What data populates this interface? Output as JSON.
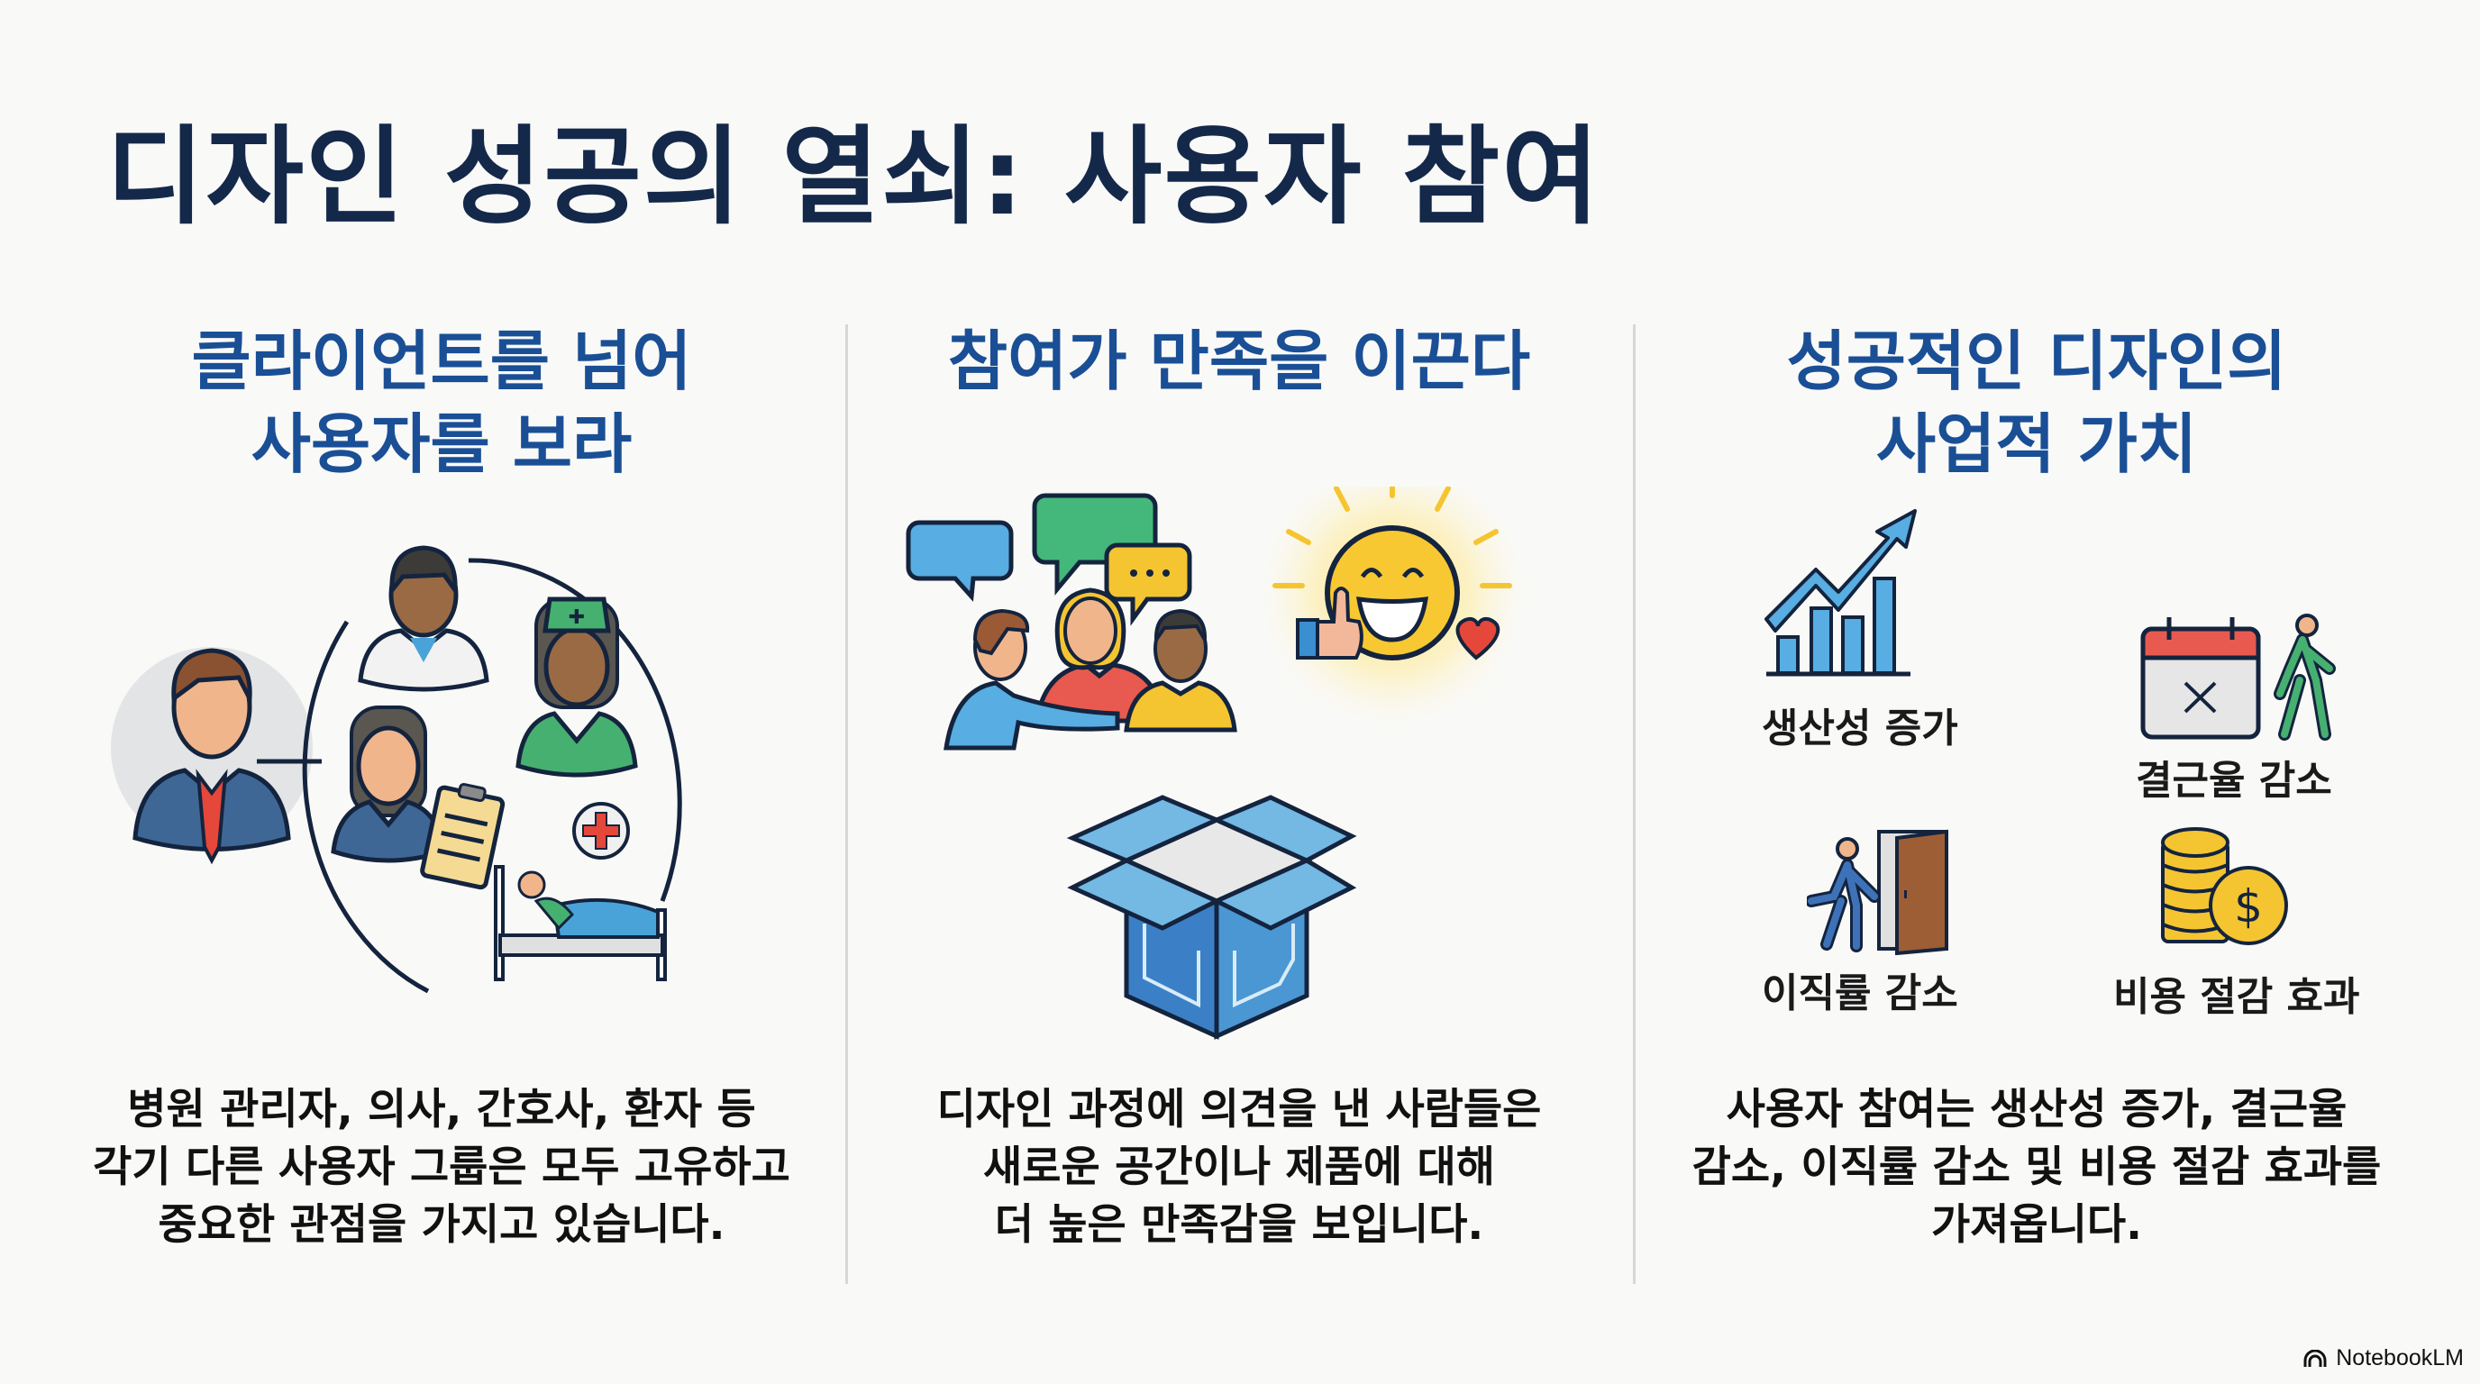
{
  "slide": {
    "title": "디자인 성공의 열쇠: 사용자 참여",
    "colors": {
      "title": "#14284a",
      "heading": "#1a4f96",
      "body": "#111111",
      "background": "#f9f9f7",
      "divider": "#d7d7d7"
    }
  },
  "columns": [
    {
      "heading_lines": [
        "클라이언트를 넘어",
        "사용자를 보라"
      ],
      "illustration": {
        "left": "client-businessman-icon",
        "group": [
          "doctor-icon",
          "nurse-icon",
          "administrator-with-clipboard-icon",
          "patient-in-bed-icon",
          "medical-cross-icon"
        ]
      },
      "body_lines": [
        "병원 관리자, 의사, 간호사, 환자 등",
        "각기 다른 사용자 그룹은 모두 고유하고",
        "중요한 관점을 가지고 있습니다."
      ]
    },
    {
      "heading_lines": [
        "참여가 만족을 이끈다"
      ],
      "illustration": {
        "items": [
          "people-discussing-icon",
          "speech-bubbles-icon",
          "smiling-sun-icon",
          "thumbs-up-icon",
          "heart-icon",
          "open-box-icon"
        ]
      },
      "body_lines": [
        "디자인 과정에 의견을 낸 사람들은",
        "새로운 공간이나 제품에 대해",
        "더 높은 만족감을 보입니다."
      ]
    },
    {
      "heading_lines": [
        "성공적인 디자인의",
        "사업적 가치"
      ],
      "benefits": [
        {
          "label": "생산성 증가",
          "icon": "growth-chart-icon"
        },
        {
          "label": "결근율 감소",
          "icon": "calendar-absence-icon"
        },
        {
          "label": "이직률 감소",
          "icon": "person-leaving-door-icon"
        },
        {
          "label": "비용 절감 효과",
          "icon": "coins-dollar-icon"
        }
      ],
      "body_lines": [
        "사용자 참여는 생산성 증가, 결근율",
        "감소, 이직률 감소 및 비용 절감 효과를",
        "가져옵니다."
      ]
    }
  ],
  "footer": {
    "brand": "NotebookLM"
  }
}
